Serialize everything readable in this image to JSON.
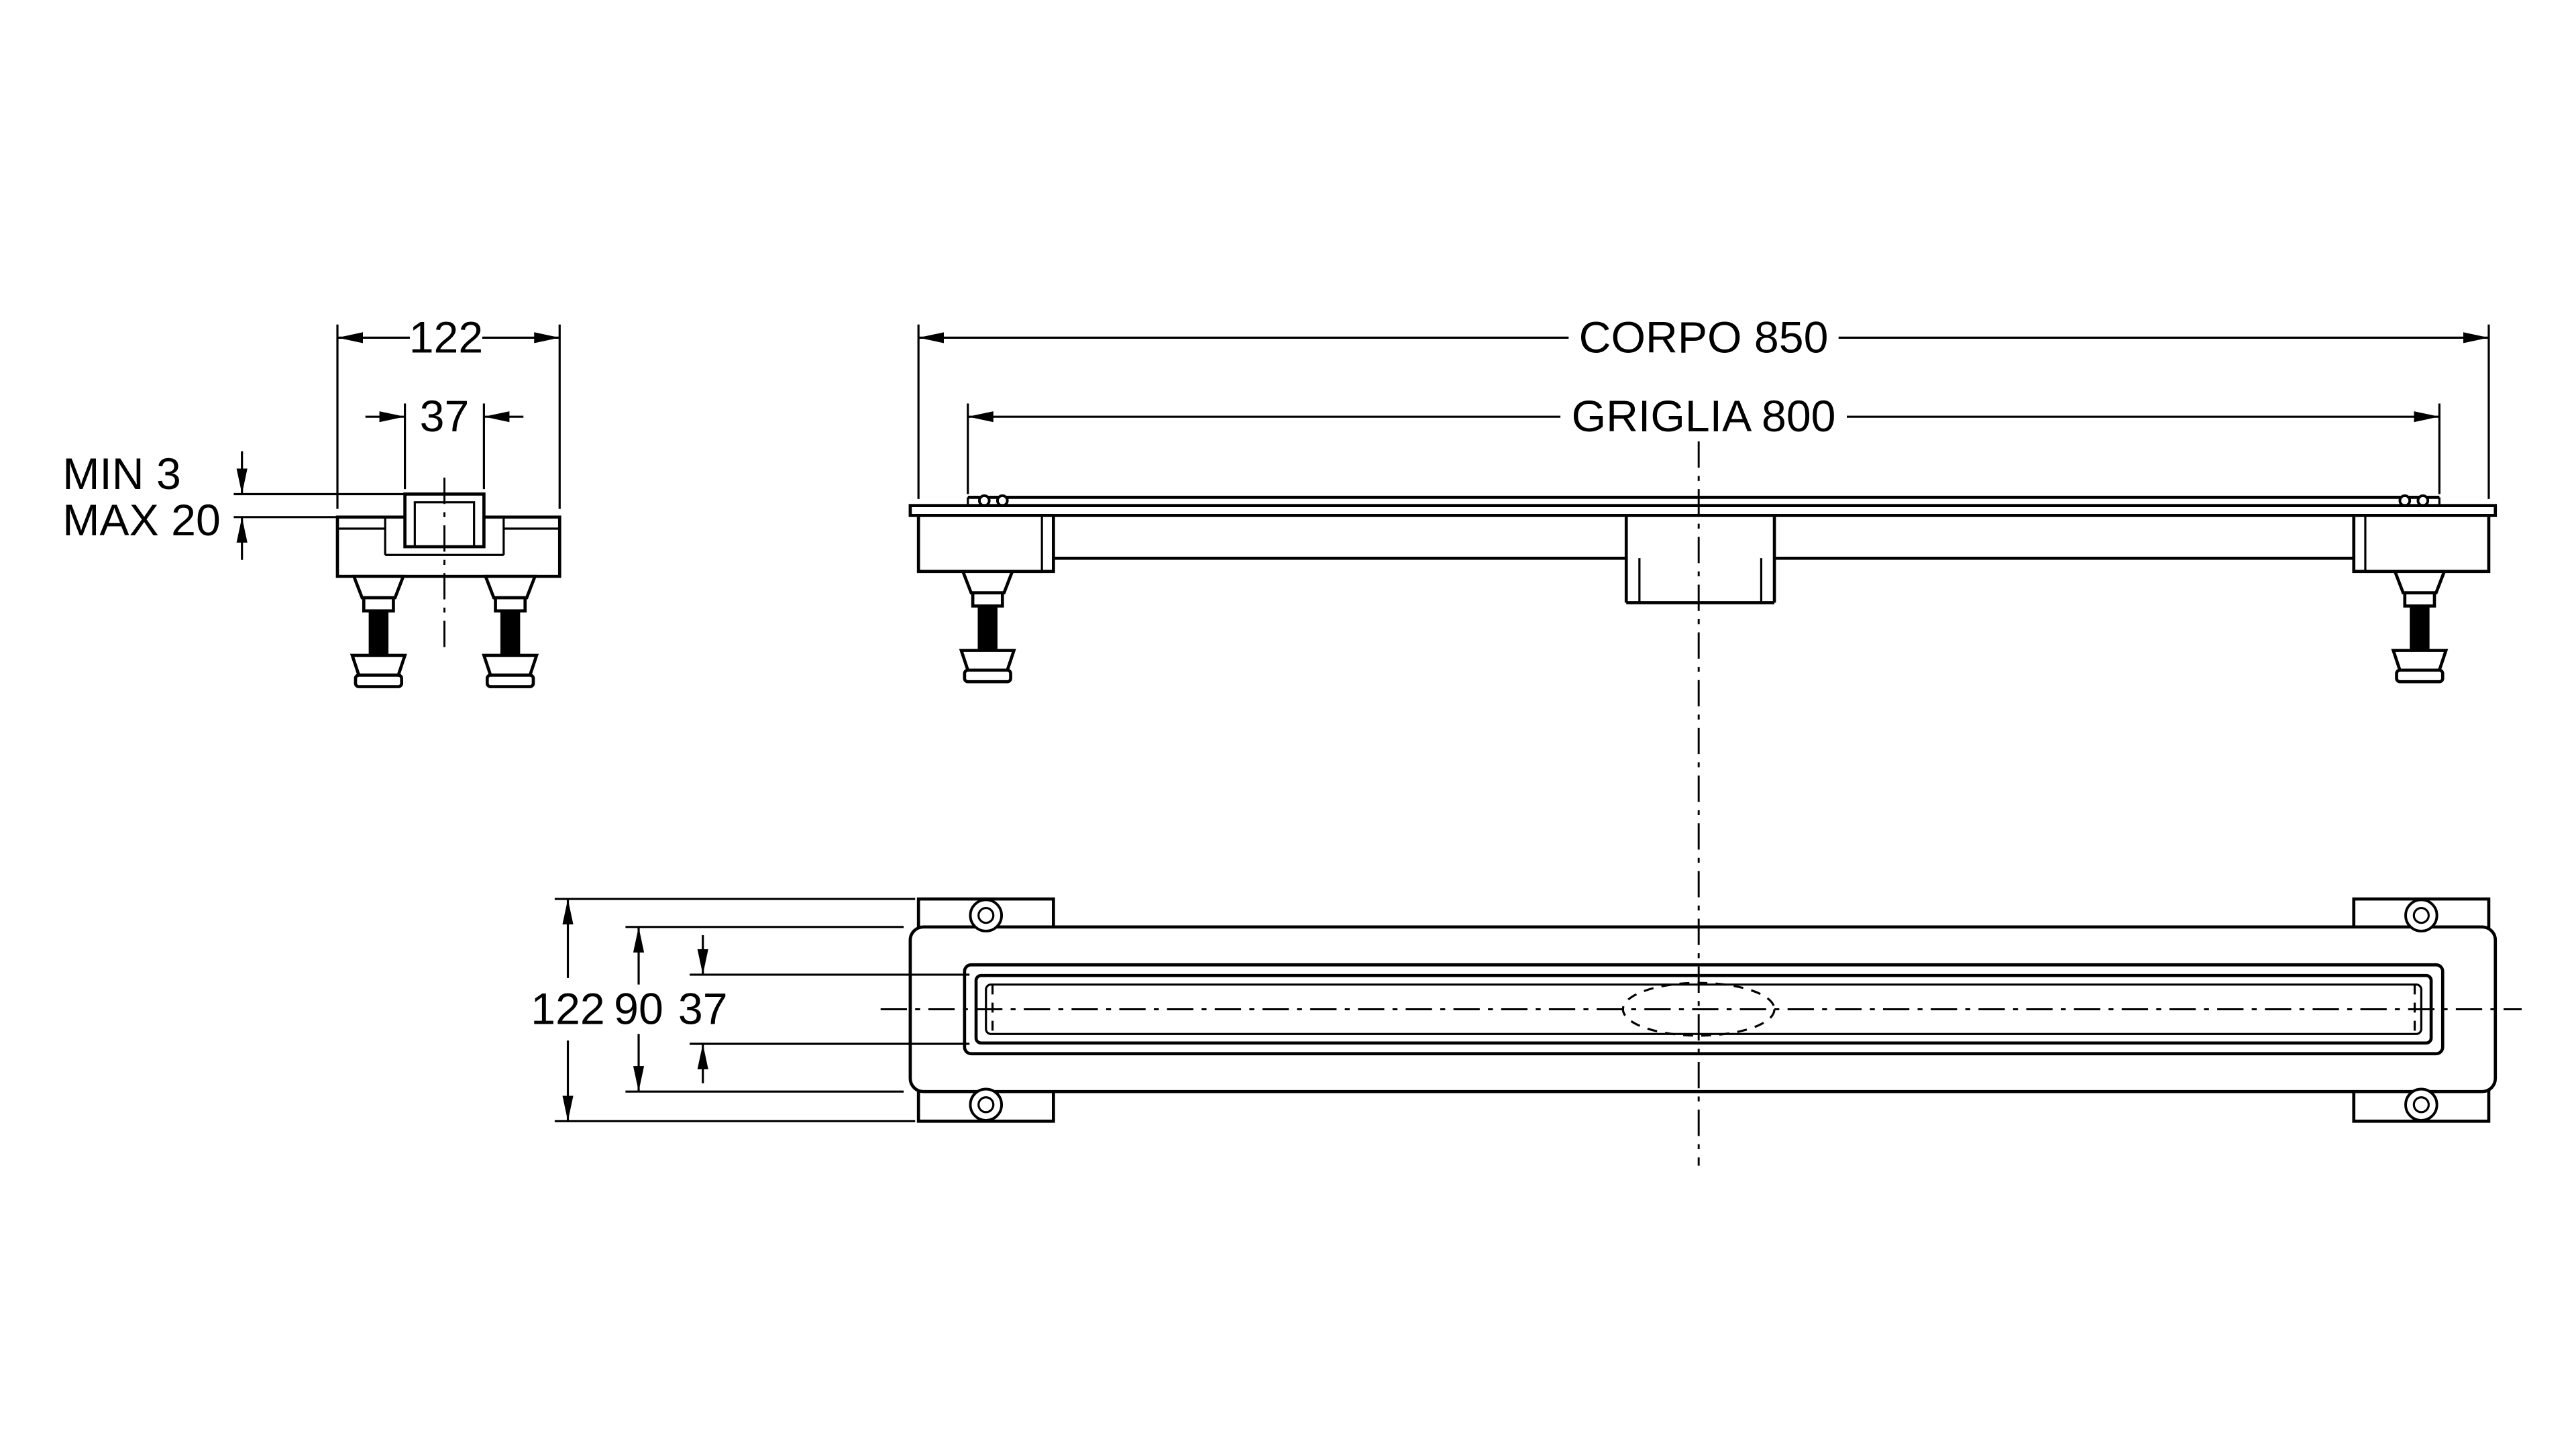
{
  "page": {
    "background": "#ffffff",
    "line_color": "#000000"
  },
  "views": {
    "end_view": {
      "dim_width": "122",
      "dim_grille": "37",
      "dim_min": "MIN 3",
      "dim_max": "MAX 20"
    },
    "elevation": {
      "dim_body": "CORPO 850",
      "dim_grille": "GRIGLIA 800"
    },
    "plan": {
      "dim_width": "122",
      "dim_channel": "90",
      "dim_slot": "37"
    }
  }
}
